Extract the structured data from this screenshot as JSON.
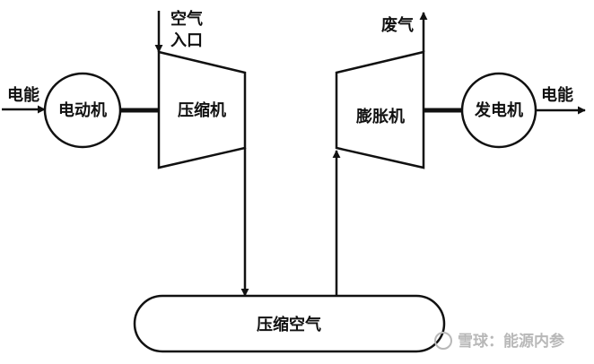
{
  "labels": {
    "electricity_in": "电能",
    "motor": "电动机",
    "air_inlet_line1": "空气",
    "air_inlet_line2": "入口",
    "compressor": "压缩机",
    "exhaust": "废气",
    "expander": "膨胀机",
    "generator": "发电机",
    "electricity_out": "电能",
    "storage": "压缩空气"
  },
  "watermark": "雪球：能源内参",
  "colors": {
    "line": "#111111",
    "background": "#ffffff",
    "watermark": "#b8b8b8"
  }
}
